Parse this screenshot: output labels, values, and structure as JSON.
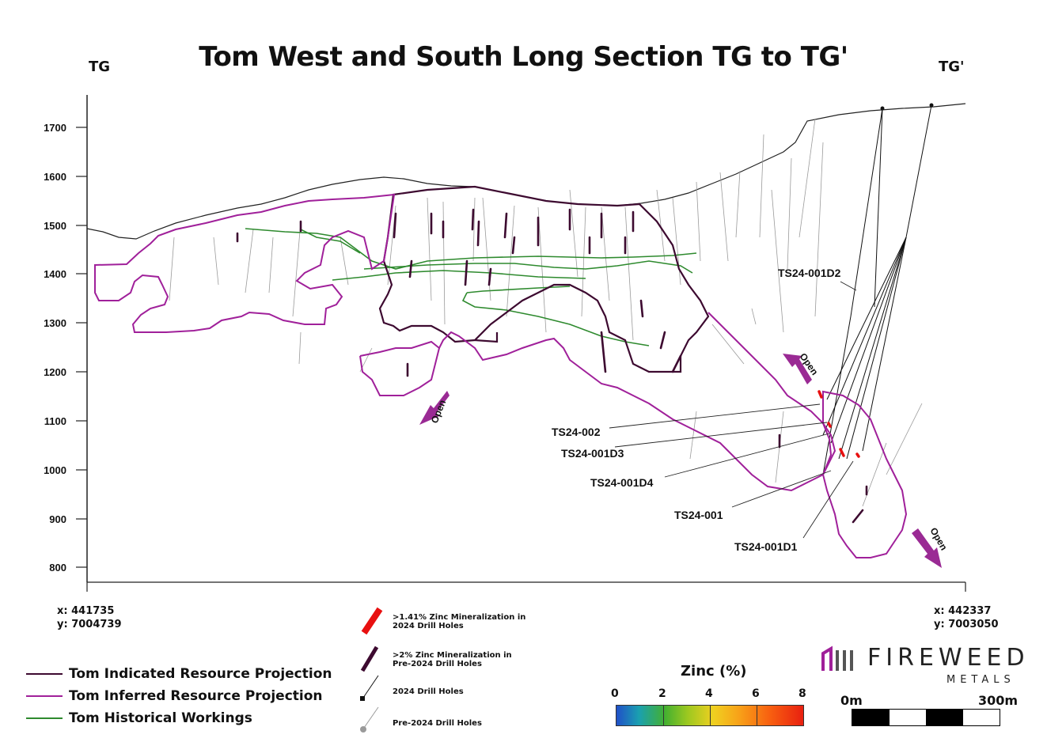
{
  "title": "Tom West and South Long Section TG to TG'",
  "corner_left": "TG",
  "corner_right": "TG'",
  "y_axis_ticks": [
    "1700",
    "1600",
    "1500",
    "1400",
    "1300",
    "1200",
    "1100",
    "1000",
    "900",
    "800"
  ],
  "coords": {
    "left_x": "x: 441735",
    "left_y": "y: 7004739",
    "right_x": "x: 442337",
    "right_y": "y: 7003050"
  },
  "drill_labels": {
    "ts24_001d2": "TS24-001D2",
    "ts24_002": "TS24-002",
    "ts24_001d3": "TS24-001D3",
    "ts24_001d4": "TS24-001D4",
    "ts24_001": "TS24-001",
    "ts24_001d1": "TS24-001D1"
  },
  "open_label": "Open",
  "legend_left": {
    "indicated": "Tom Indicated Resource Projection",
    "inferred": "Tom Inferred Resource Projection",
    "historical": "Tom Historical Workings"
  },
  "legend_mid": {
    "zinc_2024": ">1.41% Zinc Mineralization in 2024 Drill Holes",
    "zinc_pre": ">2% Zinc Mineralization in Pre-2024 Drill Holes",
    "holes_2024": "2024 Drill Holes",
    "holes_pre": "Pre-2024 Drill Holes"
  },
  "zinc_scale": {
    "title": "Zinc (%)",
    "ticks": [
      "0",
      "2",
      "4",
      "6",
      "8"
    ]
  },
  "logo": {
    "name": "FIREWEED",
    "sub": "METALS"
  },
  "scale_bar": {
    "start": "0m",
    "end": "300m"
  },
  "colors": {
    "indicated": "#3d0a30",
    "inferred": "#a0209a",
    "historical": "#2e8a2e",
    "mineral_2024": "#e81010",
    "arrow": "#9a2a94"
  }
}
